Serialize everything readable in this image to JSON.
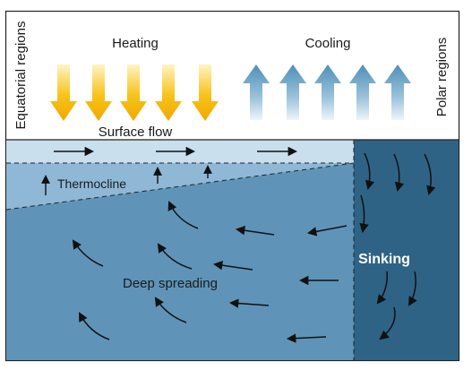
{
  "labels": {
    "left_region": "Equatorial regions",
    "right_region": "Polar regions",
    "heating": "Heating",
    "cooling": "Cooling",
    "surface_flow": "Surface flow",
    "thermocline": "Thermocline",
    "deep_spreading": "Deep spreading",
    "sinking": "Sinking"
  },
  "colors": {
    "frame": "#222222",
    "surface_water": "#c9dfee",
    "thermocline_water": "#8fb8d6",
    "deep_water": "#5f94b8",
    "polar_water": "#2e6386",
    "heating_arrow": "#f3b400",
    "cooling_arrow": "#5f9bbf",
    "flow_arrow": "#111111"
  },
  "icons": {
    "heating": "down-arrow-icon",
    "cooling": "up-arrow-icon"
  }
}
